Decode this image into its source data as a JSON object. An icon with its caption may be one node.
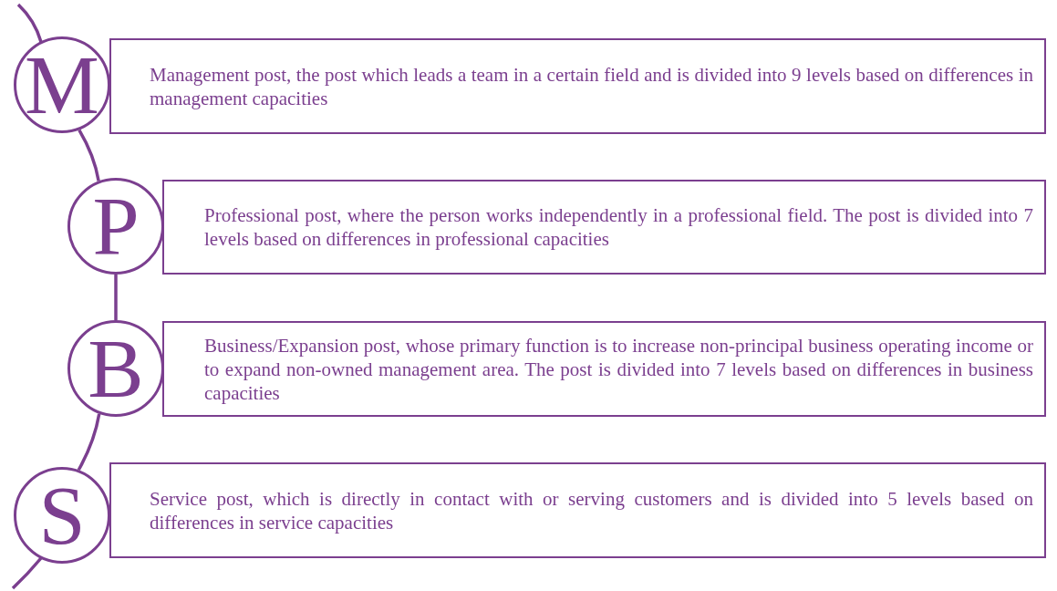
{
  "diagram": {
    "nodes": [
      {
        "text": [
          "M"
        ]
      },
      {
        "text": [
          "Management post, the post which leads a team in a certain field and is divided into 9 levels based on differences in management capacities"
        ]
      },
      {
        "text": [
          "P"
        ]
      },
      {
        "text": [
          "Professional post, where the person works independently in a professional field. The post is divided into 7 levels based on differences in professional capacities"
        ]
      },
      {
        "text": [
          "B"
        ]
      },
      {
        "text": [
          "Business/Expansion post, whose primary function is to increase non-principal business operating income or to expand non-owned management area. The post is divided into 7 levels based on differences in business capacities"
        ]
      },
      {
        "text": [
          "S"
        ]
      },
      {
        "text": [
          "Service post, which is directly in contact with or serving customers and is divided into 5 levels based on differences in service capacities"
        ]
      }
    ],
    "edges": [
      {
        "from": 0,
        "to": 2,
        "arrow": "none"
      },
      {
        "from": 2,
        "to": 4,
        "arrow": "none"
      },
      {
        "from": 4,
        "to": 6,
        "arrow": "none"
      }
    ]
  }
}
